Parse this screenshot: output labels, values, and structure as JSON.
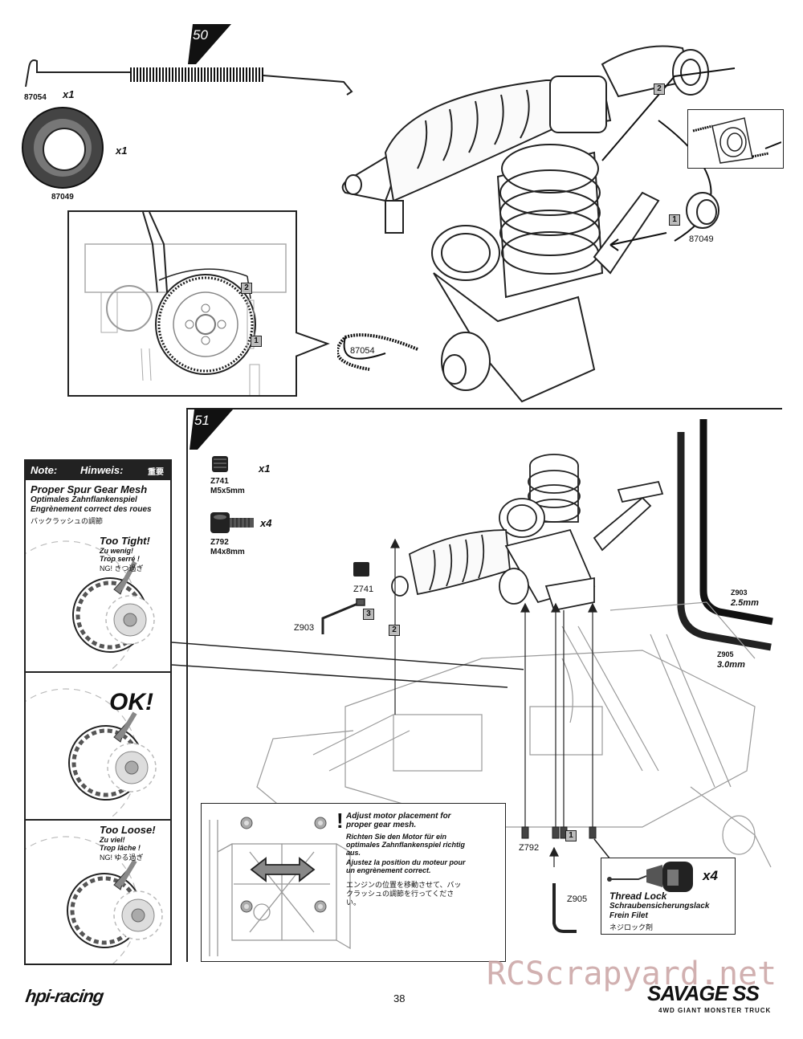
{
  "step50": {
    "number": "50",
    "spring_part": "87054",
    "spring_qty": "x1",
    "seal_part": "87049",
    "seal_qty": "x1",
    "callout_87049": "87049",
    "callout_87054": "87054",
    "order": [
      "1",
      "2"
    ]
  },
  "step51": {
    "number": "51",
    "screws": [
      {
        "part": "Z741",
        "size": "M5x5mm",
        "qty": "x1"
      },
      {
        "part": "Z792",
        "size": "M4x8mm",
        "qty": "x4"
      }
    ],
    "callout_z741": "Z741",
    "callout_z903": "Z903",
    "callout_z792": "Z792",
    "callout_z905": "Z905",
    "wrenches": [
      {
        "part": "Z903",
        "size": "2.5mm"
      },
      {
        "part": "Z905",
        "size": "3.0mm"
      }
    ],
    "order": [
      "1",
      "2",
      "3"
    ]
  },
  "note": {
    "note_label": "Note:",
    "hinweis_label": "Hinweis:",
    "jp_label": "重要",
    "title_en": "Proper Spur Gear Mesh",
    "title_de": "Optimales Zahnflankenspiel",
    "title_fr": "Engrènement correct des roues",
    "title_jp": "バックラッシュの調節",
    "too_tight": "Too Tight!",
    "too_tight_de": "Zu wenig!",
    "too_tight_fr": "Trop serré !",
    "too_tight_jp": "NG! きつ過ぎ",
    "ok": "OK!",
    "too_loose": "Too Loose!",
    "too_loose_de": "Zu viel!",
    "too_loose_fr": "Trop lâche !",
    "too_loose_jp": "NG! ゆる過ぎ"
  },
  "adjust": {
    "en": "Adjust motor placement for proper gear mesh.",
    "de": "Richten Sie den Motor für ein optimales Zahnflankenspiel richtig aus.",
    "fr": "Ajustez la position du moteur pour un engrènement correct.",
    "jp": "エンジンの位置を移動させて、バックラッシュの調節を行ってください。"
  },
  "threadlock": {
    "qty": "x4",
    "en": "Thread Lock",
    "de": "Schraubensicherungslack",
    "fr": "Frein Filet",
    "jp": "ネジロック剤"
  },
  "footer": {
    "brand": "hpi-racing",
    "page": "38",
    "product": "SAVAGE SS",
    "product_sub": "4WD GIANT MONSTER TRUCK",
    "watermark": "RCScrapyard.net"
  },
  "colors": {
    "watermark": "#c9a3a3",
    "badge": "#111111",
    "square": "#bbbbbb"
  }
}
